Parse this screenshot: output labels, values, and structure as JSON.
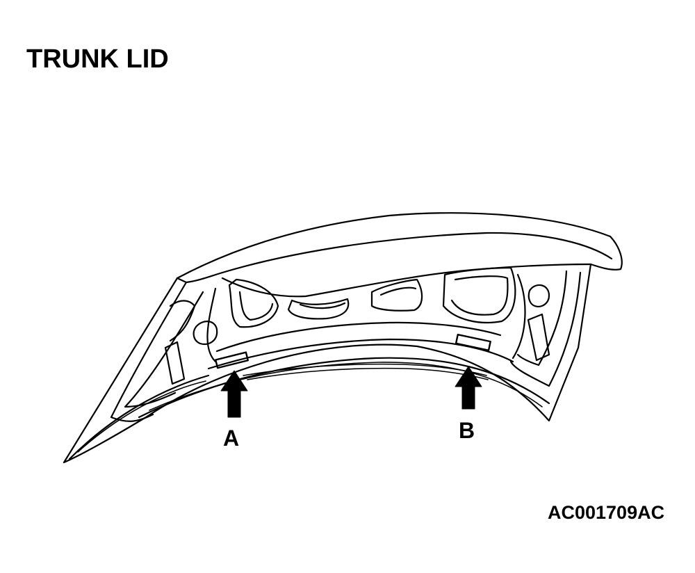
{
  "diagram": {
    "title": "TRUNK LID",
    "figure_code": "AC001709AC",
    "callouts": [
      {
        "id": "A",
        "label": "A"
      },
      {
        "id": "B",
        "label": "B"
      }
    ],
    "colors": {
      "line": "#000000",
      "background": "#ffffff"
    }
  }
}
